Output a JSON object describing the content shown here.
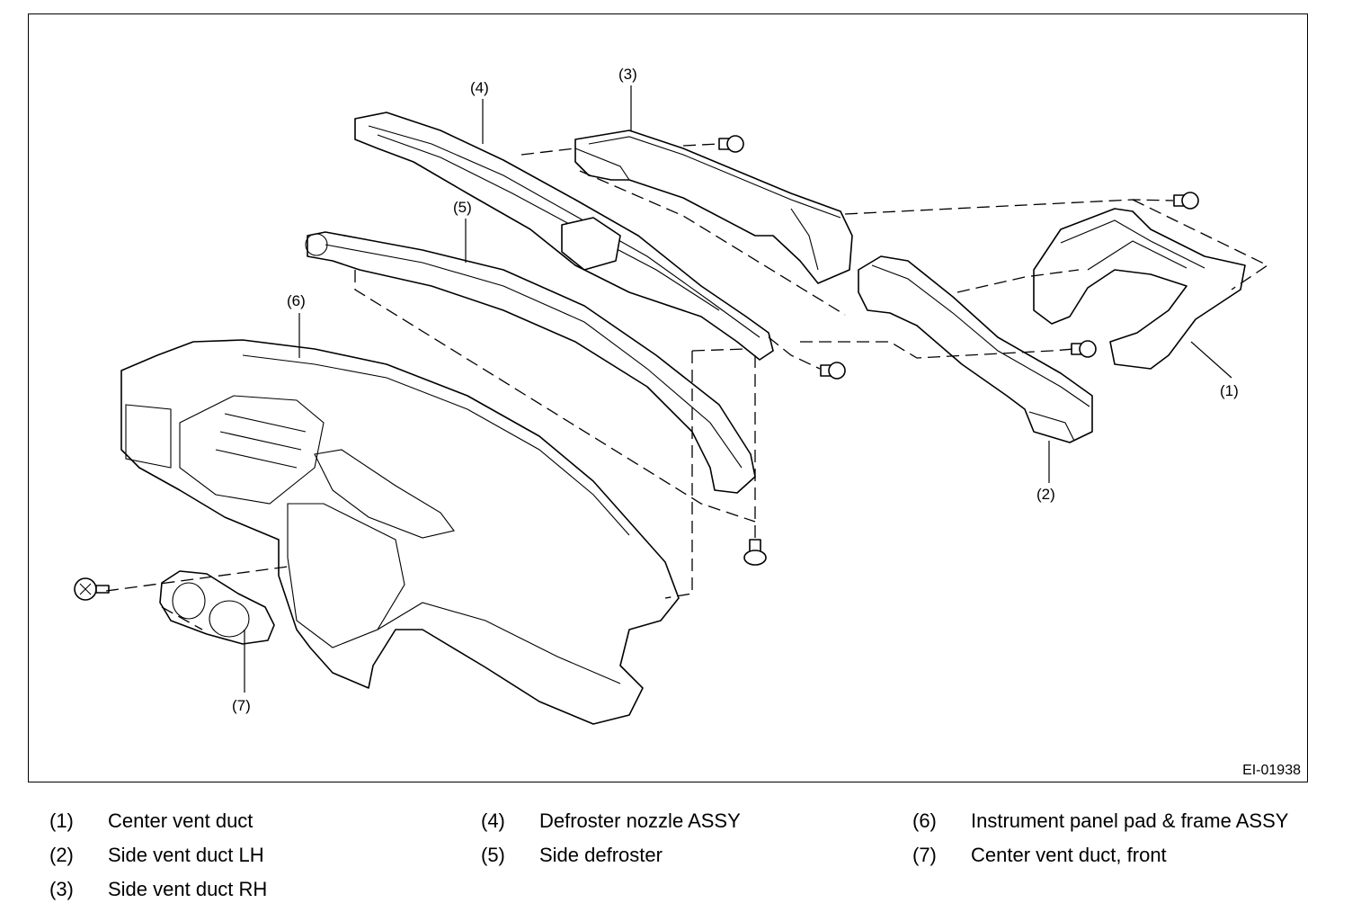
{
  "figure_id": "EI-01938",
  "callouts": [
    "(1)",
    "(2)",
    "(3)",
    "(4)",
    "(5)",
    "(6)",
    "(7)"
  ],
  "legend": [
    {
      "num": "(1)",
      "label": "Center vent duct"
    },
    {
      "num": "(2)",
      "label": "Side vent duct LH"
    },
    {
      "num": "(3)",
      "label": "Side vent duct RH"
    },
    {
      "num": "(4)",
      "label": "Defroster nozzle ASSY"
    },
    {
      "num": "(5)",
      "label": "Side defroster"
    },
    {
      "num": "(6)",
      "label": "Instrument panel pad & frame ASSY"
    },
    {
      "num": "(7)",
      "label": "Center vent duct, front"
    }
  ]
}
